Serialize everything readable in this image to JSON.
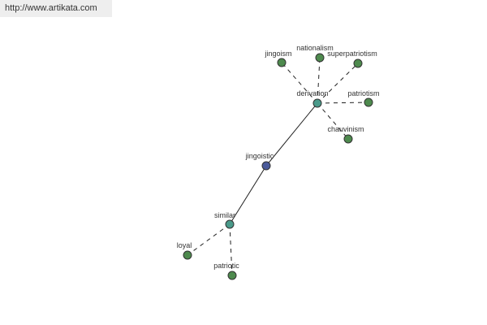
{
  "site": {
    "url_text": "http://www.artikata.com"
  },
  "colors": {
    "center_node": "#4a5a9a",
    "hub_node": "#4a9a8a",
    "leaf_node": "#4e8a4e",
    "edge": "#222222",
    "banner_bg": "#eeeeee"
  },
  "graph": {
    "nodes": [
      {
        "id": "jingoistic",
        "label": "jingoistic",
        "kind": "center"
      },
      {
        "id": "derivation",
        "label": "derivation",
        "kind": "hub"
      },
      {
        "id": "similar",
        "label": "similar",
        "kind": "hub"
      },
      {
        "id": "jingoism",
        "label": "jingoism",
        "kind": "leaf"
      },
      {
        "id": "nationalism",
        "label": "nationalism",
        "kind": "leaf"
      },
      {
        "id": "superpatriotism",
        "label": "superpatriotism",
        "kind": "leaf"
      },
      {
        "id": "patriotism",
        "label": "patriotism",
        "kind": "leaf"
      },
      {
        "id": "chauvinism",
        "label": "chauvinism",
        "kind": "leaf"
      },
      {
        "id": "loyal",
        "label": "loyal",
        "kind": "leaf"
      },
      {
        "id": "patriotic",
        "label": "patriotic",
        "kind": "leaf"
      }
    ],
    "edges": [
      {
        "from": "jingoistic",
        "to": "derivation",
        "style": "solid"
      },
      {
        "from": "jingoistic",
        "to": "similar",
        "style": "solid"
      },
      {
        "from": "derivation",
        "to": "jingoism",
        "style": "dashed"
      },
      {
        "from": "derivation",
        "to": "nationalism",
        "style": "dashed"
      },
      {
        "from": "derivation",
        "to": "superpatriotism",
        "style": "dashed"
      },
      {
        "from": "derivation",
        "to": "patriotism",
        "style": "dashed"
      },
      {
        "from": "derivation",
        "to": "chauvinism",
        "style": "dashed"
      },
      {
        "from": "similar",
        "to": "loyal",
        "style": "dashed"
      },
      {
        "from": "similar",
        "to": "patriotic",
        "style": "dashed"
      }
    ]
  }
}
